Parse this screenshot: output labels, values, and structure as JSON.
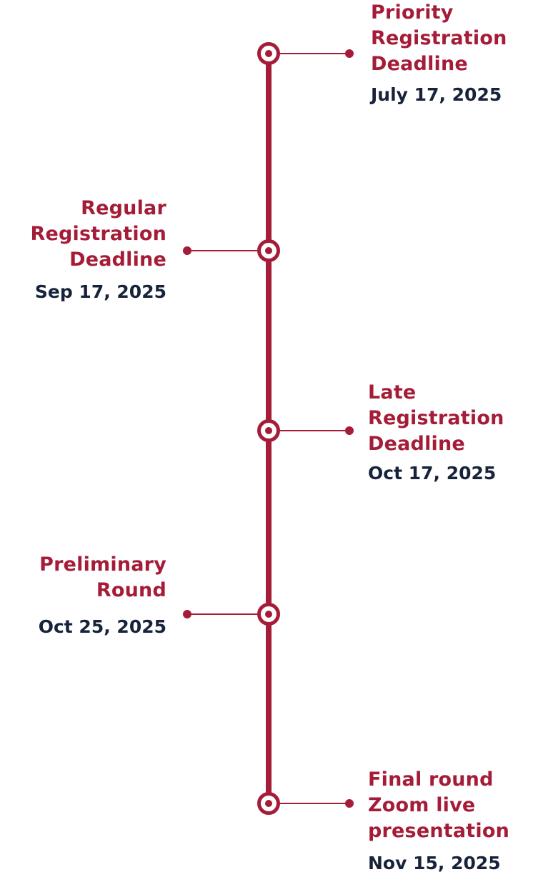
{
  "colors": {
    "accent": "#a51c38",
    "date_text": "#17233a"
  },
  "milestones": [
    {
      "title": "Priority\nRegistration\nDeadline",
      "date": "July 17, 2025"
    },
    {
      "title": "Regular\nRegistration\nDeadline",
      "date": "Sep 17, 2025"
    },
    {
      "title": "Late\nRegistration\nDeadline",
      "date": "Oct 17, 2025"
    },
    {
      "title": "Preliminary\nRound",
      "date": "Oct 25, 2025"
    },
    {
      "title": "Final round\nZoom live\npresentation",
      "date": "Nov 15, 2025"
    }
  ]
}
